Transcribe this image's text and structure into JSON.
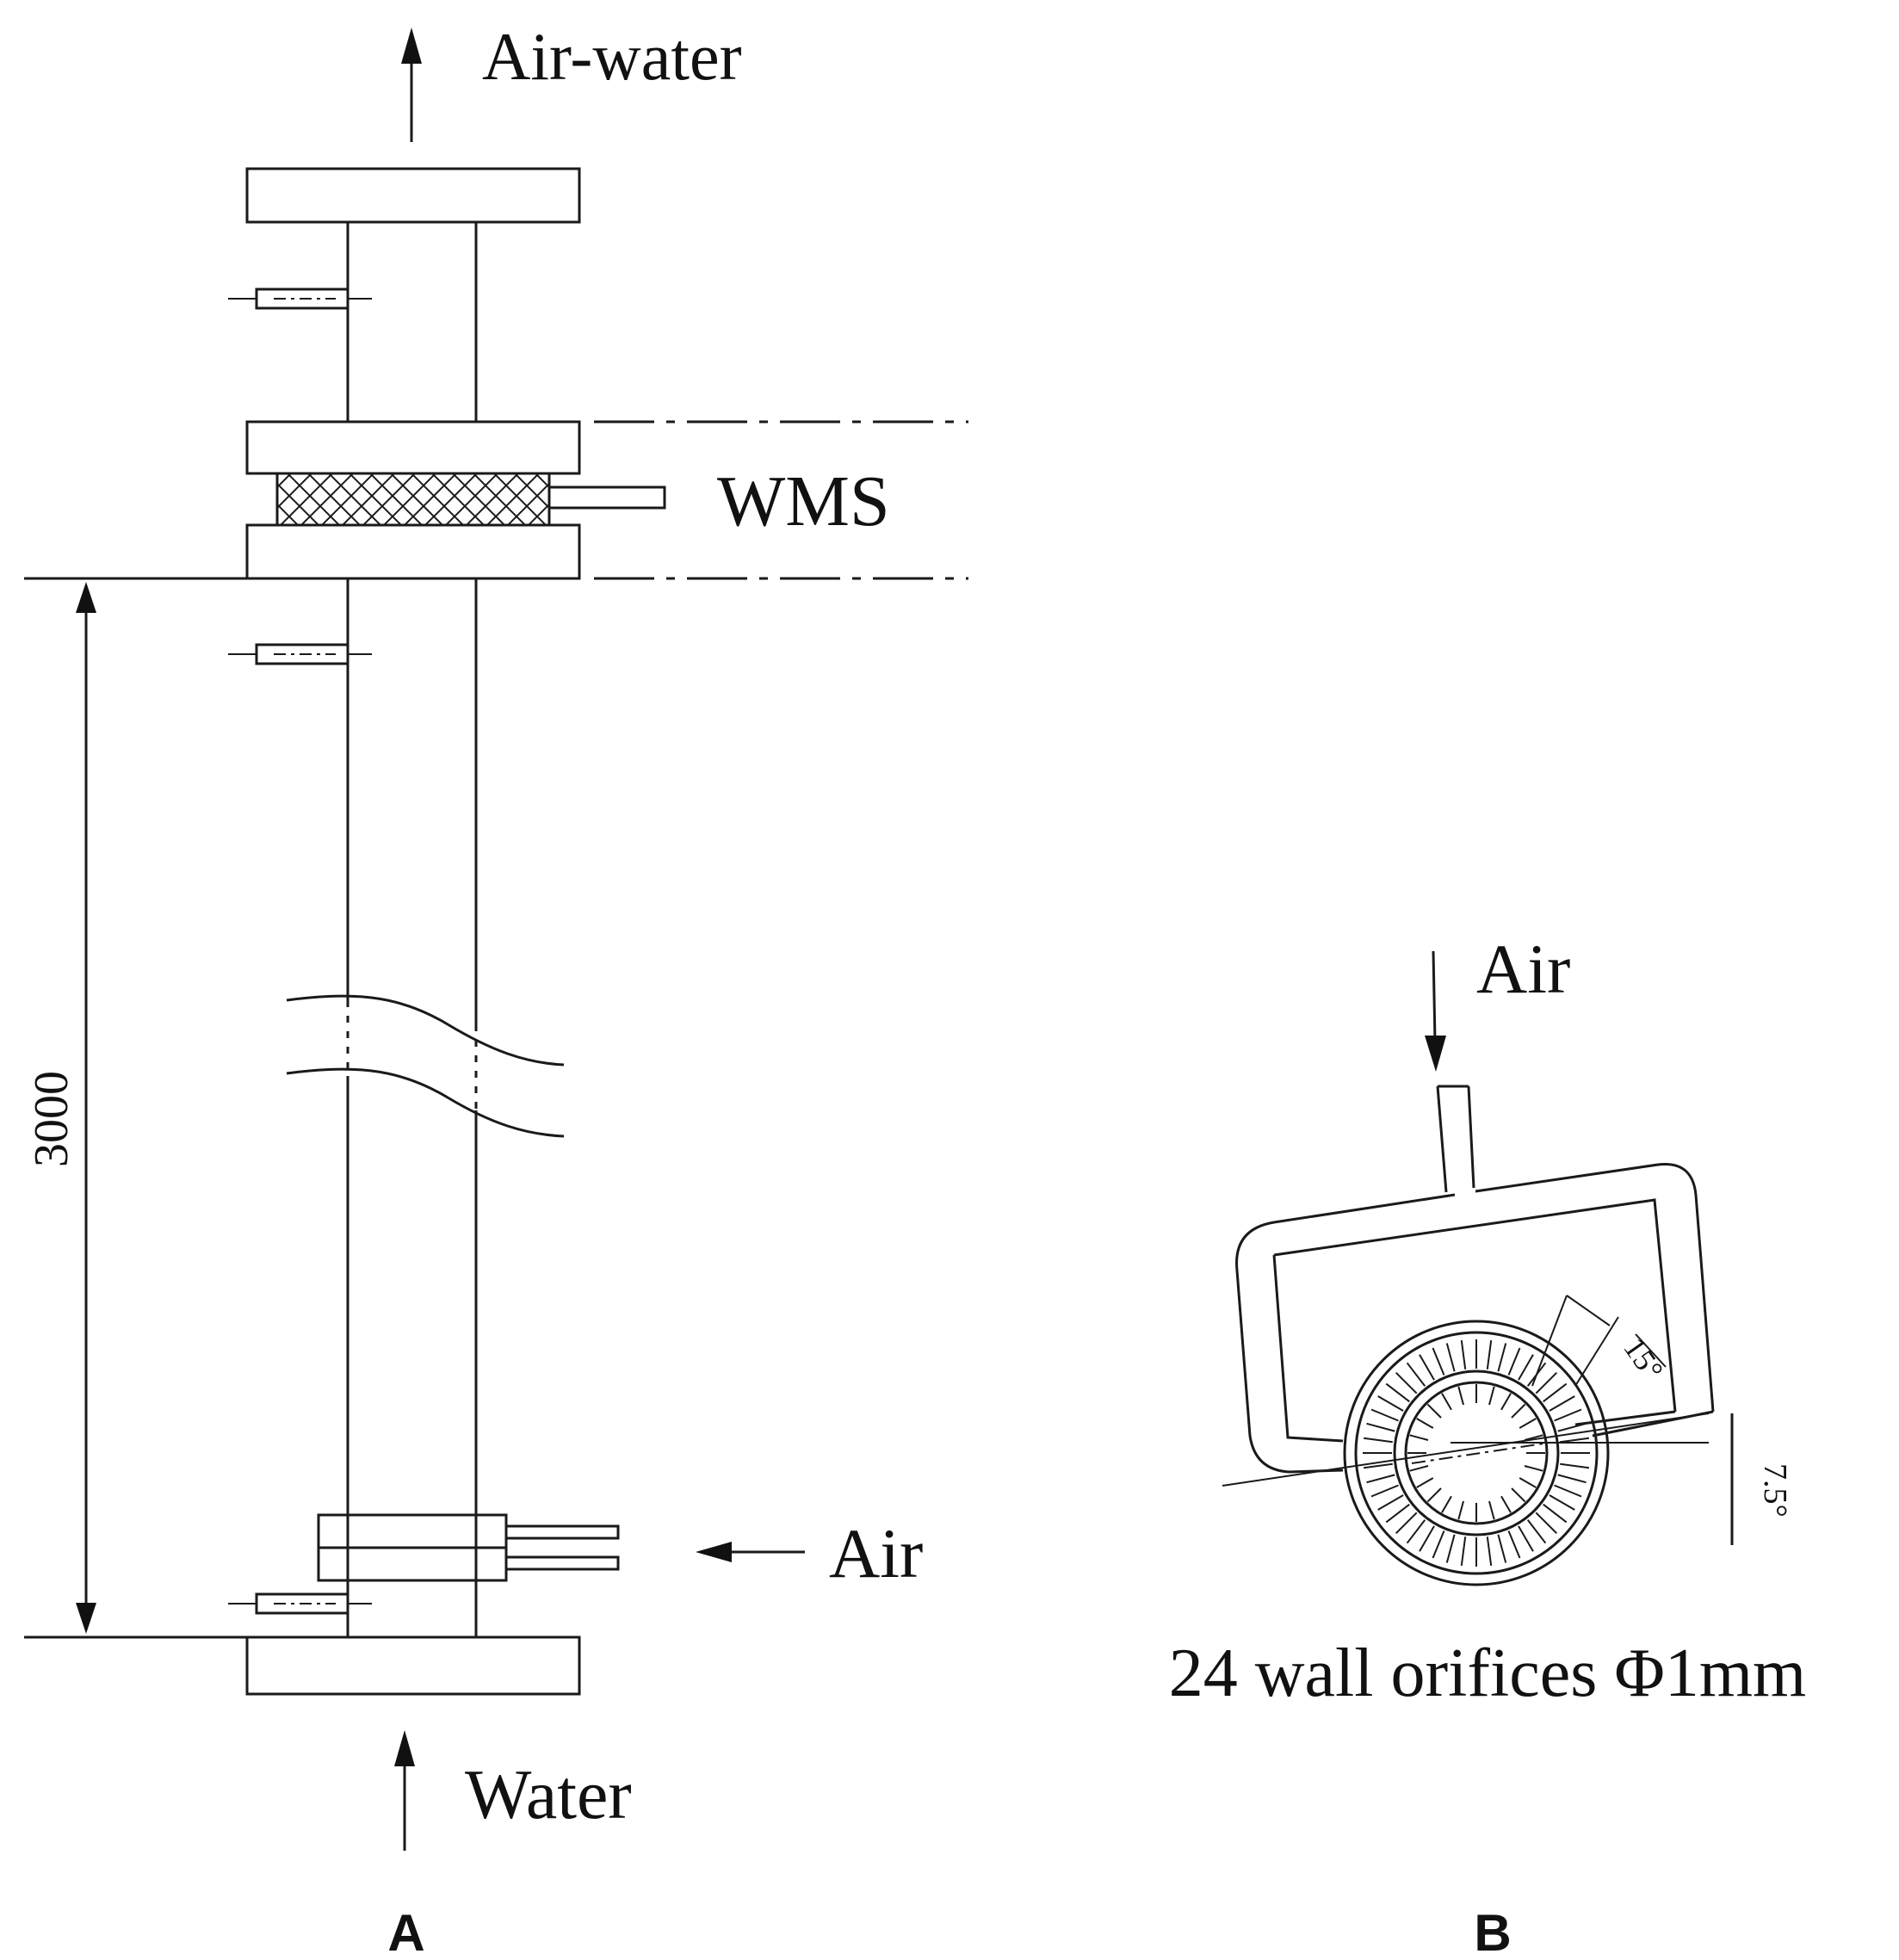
{
  "panel_a": {
    "label": "A",
    "outlet_label": "Air-water",
    "sensor_label": "WMS",
    "air_inlet_label": "Air",
    "water_inlet_label": "Water",
    "height_dimension": "3000"
  },
  "panel_b": {
    "label": "B",
    "air_label": "Air",
    "angle_top": "15°",
    "angle_side": "7.5°",
    "caption": "24 wall orifices Φ1mm"
  }
}
